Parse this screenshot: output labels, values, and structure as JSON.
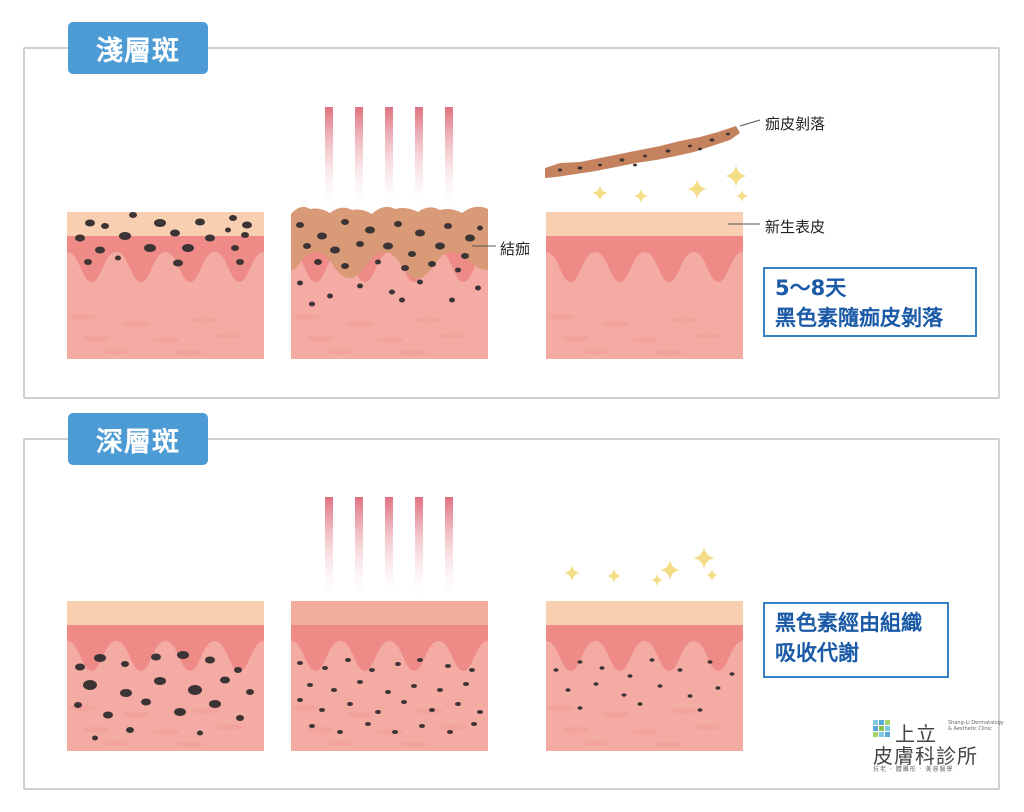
{
  "panels": [
    {
      "title": "淺層斑"
    },
    {
      "title": "深層斑"
    }
  ],
  "labels": {
    "scab": "結痂",
    "peel": "痂皮剝落",
    "new_skin": "新生表皮"
  },
  "notes": {
    "shallow": [
      "5～8天",
      "黑色素隨痂皮剝落"
    ],
    "deep": [
      "黑色素經由組織",
      "吸收代謝"
    ]
  },
  "logo": {
    "name_line1": "上立",
    "name_line2": "皮膚科診所",
    "english": "Shang-Li Dermatology & Aesthetic Clinic",
    "tagline": "抗老 · 體雕形 · 美容醫學"
  },
  "colors": {
    "accent_blue": "#4c9bd5",
    "note_blue": "#1a5aa6",
    "epidermis": "#f8cfb0",
    "wave_layer": "#ef8b86",
    "dermis": "#f4aba4",
    "melanin": "#3c3434",
    "scab": "#d99a78",
    "laser": "#e0707e"
  },
  "icons": [
    "laser-beam-icon",
    "sparkle-icon",
    "melanin-dot-icon"
  ]
}
